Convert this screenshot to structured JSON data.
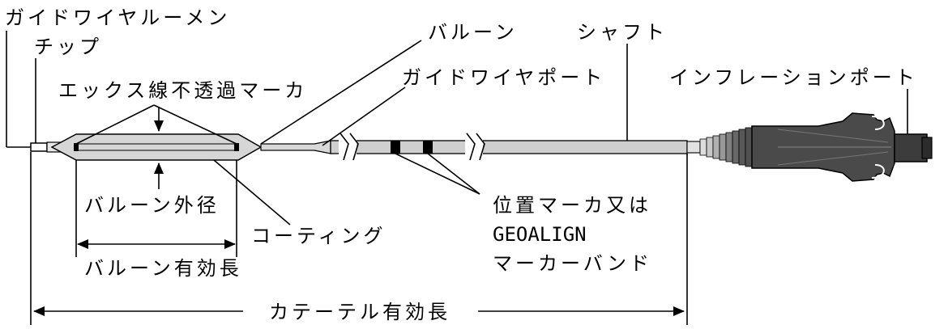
{
  "labels": {
    "guidewire_lumen": "ガイドワイヤルーメン",
    "tip": "チップ",
    "radiopaque_marker": "エックス線不透過マーカ",
    "balloon": "バルーン",
    "shaft": "シャフト",
    "guidewire_port": "ガイドワイヤポート",
    "inflation_port": "インフレーションポート",
    "balloon_outer_diameter": "バルーン外径",
    "coating": "コーティング",
    "position_marker_line1": "位置マーカ又は",
    "position_marker_line2": "GEOALIGN",
    "position_marker_line3": "マーカーバンド",
    "balloon_effective_length": "バルーン有効長",
    "catheter_effective_length": "カテーテル有効長"
  },
  "colors": {
    "line": "#000000",
    "balloon_fill": "#d6d6d6",
    "shaft_fill": "#cfcfcf",
    "hub_fill": "#4a4a4a"
  }
}
